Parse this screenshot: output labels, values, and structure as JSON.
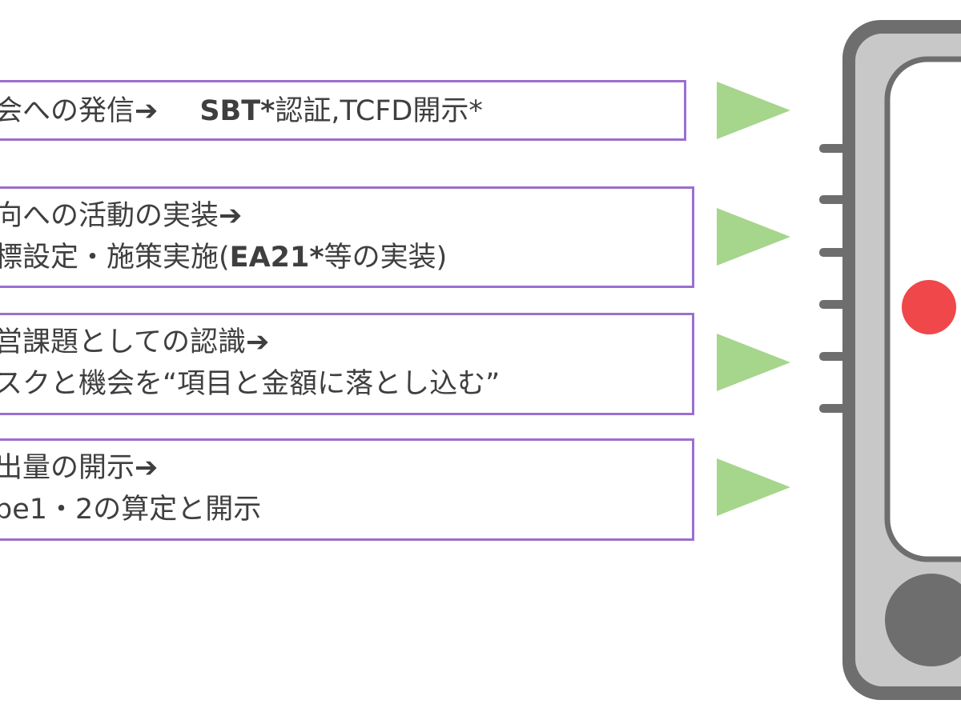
{
  "steps": [
    {
      "line1": "会への発信➔",
      "line1_bold": "SBT*",
      "line1_rest": "認証,TCFD開示*",
      "line2": "",
      "line2_bold": "",
      "line2_rest": ""
    },
    {
      "line1": "向への活動の実装➔",
      "line1_bold": "",
      "line1_rest": "",
      "line2": "標設定・施策実施(",
      "line2_bold": "EA21*",
      "line2_rest": "等の実装)"
    },
    {
      "line1": "営課題としての認識➔",
      "line1_bold": "",
      "line1_rest": "",
      "line2": "スクと機会を“項目と金額に落とし込む”",
      "line2_bold": "",
      "line2_rest": ""
    },
    {
      "line1": "出量の開示➔",
      "line1_bold": "",
      "line1_rest": "",
      "line2": "pe1・2の算定と開示",
      "line2_bold": "",
      "line2_rest": ""
    }
  ],
  "colors": {
    "box_border": "#9b6fcf",
    "arrow": "#a6d58c",
    "thermometer_body": "#6e6e6e",
    "thermometer_face": "#c8c8c8",
    "indicator": "#f0474a"
  },
  "icons": {
    "arrow": "green-triangle-arrow",
    "gauge": "thermometer-icon"
  }
}
